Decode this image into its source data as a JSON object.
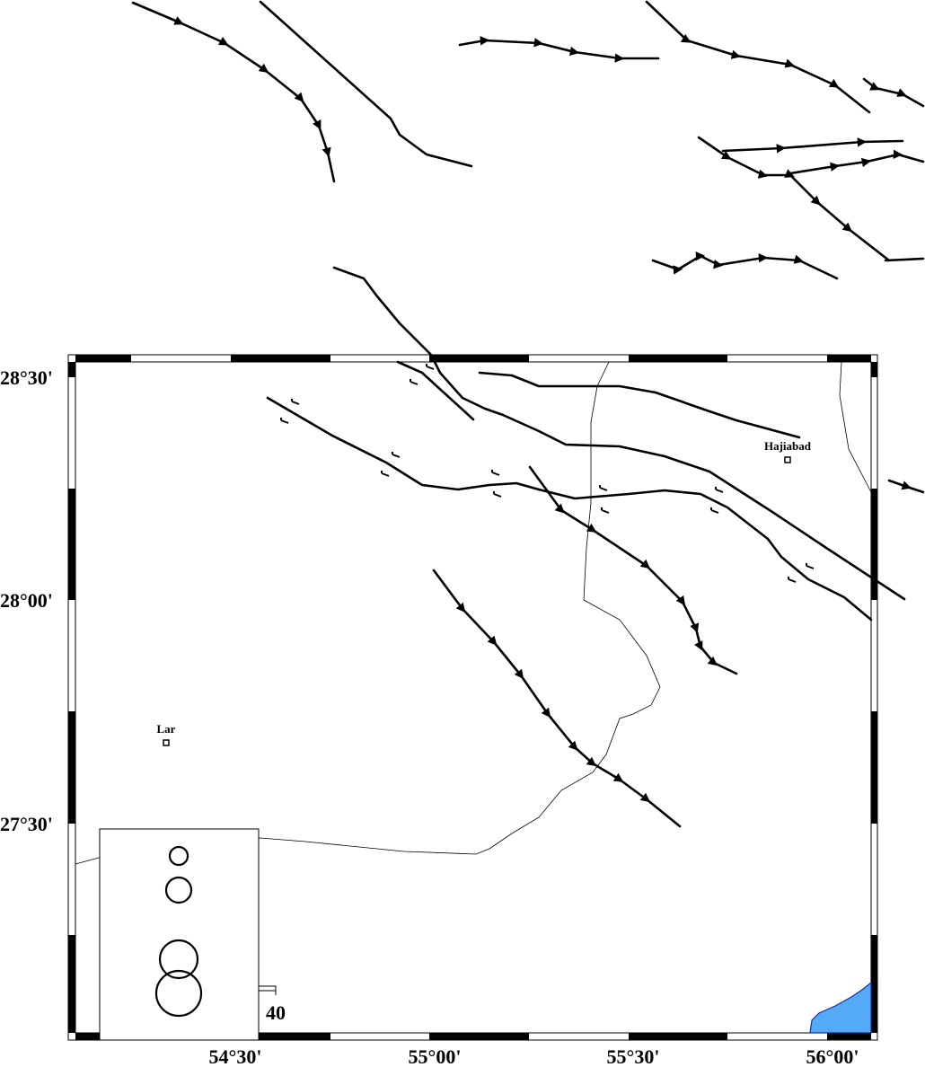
{
  "map": {
    "x_ticks": [
      "54°30'",
      "55°00'",
      "55°30'",
      "56°00'"
    ],
    "y_ticks": [
      "28°30'",
      "28°00'",
      "27°30'"
    ],
    "cities": [
      {
        "name": "Hajiabad"
      },
      {
        "name": "Lar"
      }
    ],
    "legend": {
      "scale_label": "40"
    },
    "colors": {
      "water": "#55aaf5",
      "coastline": "#1a2a9a",
      "faults": "#000000"
    }
  }
}
